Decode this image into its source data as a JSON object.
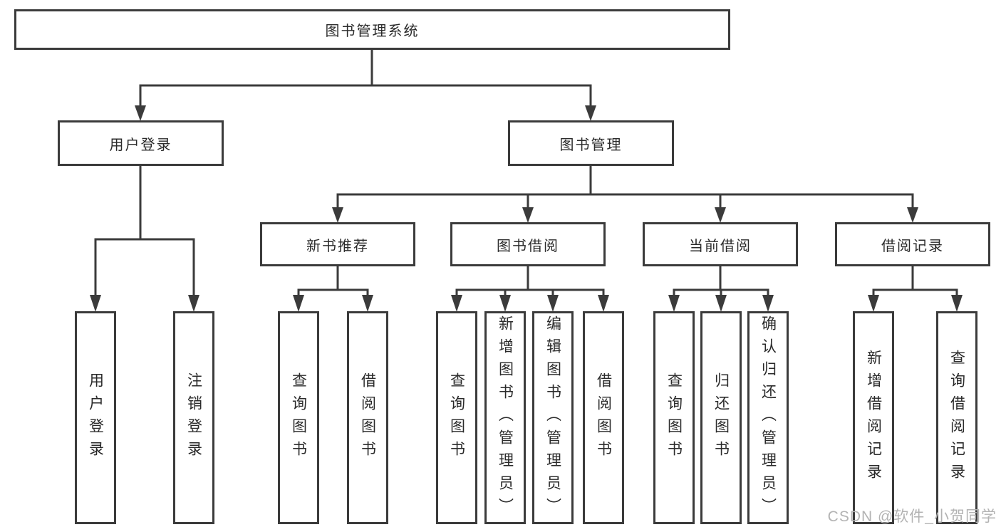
{
  "nodes": {
    "root": "图书管理系统",
    "user_login": "用户登录",
    "book_mgmt": "图书管理",
    "new_books": "新书推荐",
    "book_borrow": "图书借阅",
    "current_borrow": "当前借阅",
    "borrow_records": "借阅记录",
    "leaf_user_login": "用户登录",
    "leaf_logout": "注销登录",
    "leaf_newbooks_query": "查询图书",
    "leaf_newbooks_borrow": "借阅图书",
    "leaf_borrow_query": "查询图书",
    "leaf_borrow_add": "新增图书（管理员）",
    "leaf_borrow_edit": "编辑图书（管理员）",
    "leaf_borrow_borrow": "借阅图书",
    "leaf_current_query": "查询图书",
    "leaf_current_return": "归还图书",
    "leaf_current_confirm": "确认归还（管理员）",
    "leaf_records_add": "新增借阅记录",
    "leaf_records_query": "查询借阅记录"
  },
  "watermark": "CSDN @软件_小贺同学",
  "colors": {
    "line": "#3b3b3b",
    "text": "#2a2a2a",
    "watermark": "#b3b3b3",
    "background": "#ffffff"
  }
}
